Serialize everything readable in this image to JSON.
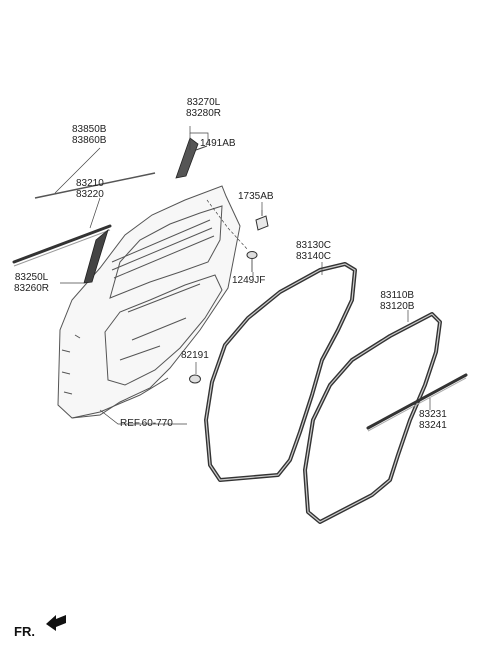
{
  "parts": {
    "p83270": [
      "83270L",
      "83280R"
    ],
    "p1491": [
      "1491AB"
    ],
    "p83850": [
      "83850B",
      "83860B"
    ],
    "p83210": [
      "83210",
      "83220"
    ],
    "p1735": [
      "1735AB"
    ],
    "p83130": [
      "83130C",
      "83140C"
    ],
    "p83250": [
      "83250L",
      "83260R"
    ],
    "p1249": [
      "1249JF"
    ],
    "p83110": [
      "83110B",
      "83120B"
    ],
    "p82191": [
      "82191"
    ],
    "p83231": [
      "83231",
      "83241"
    ]
  },
  "reference": "REF.60-770",
  "direction": "FR."
}
